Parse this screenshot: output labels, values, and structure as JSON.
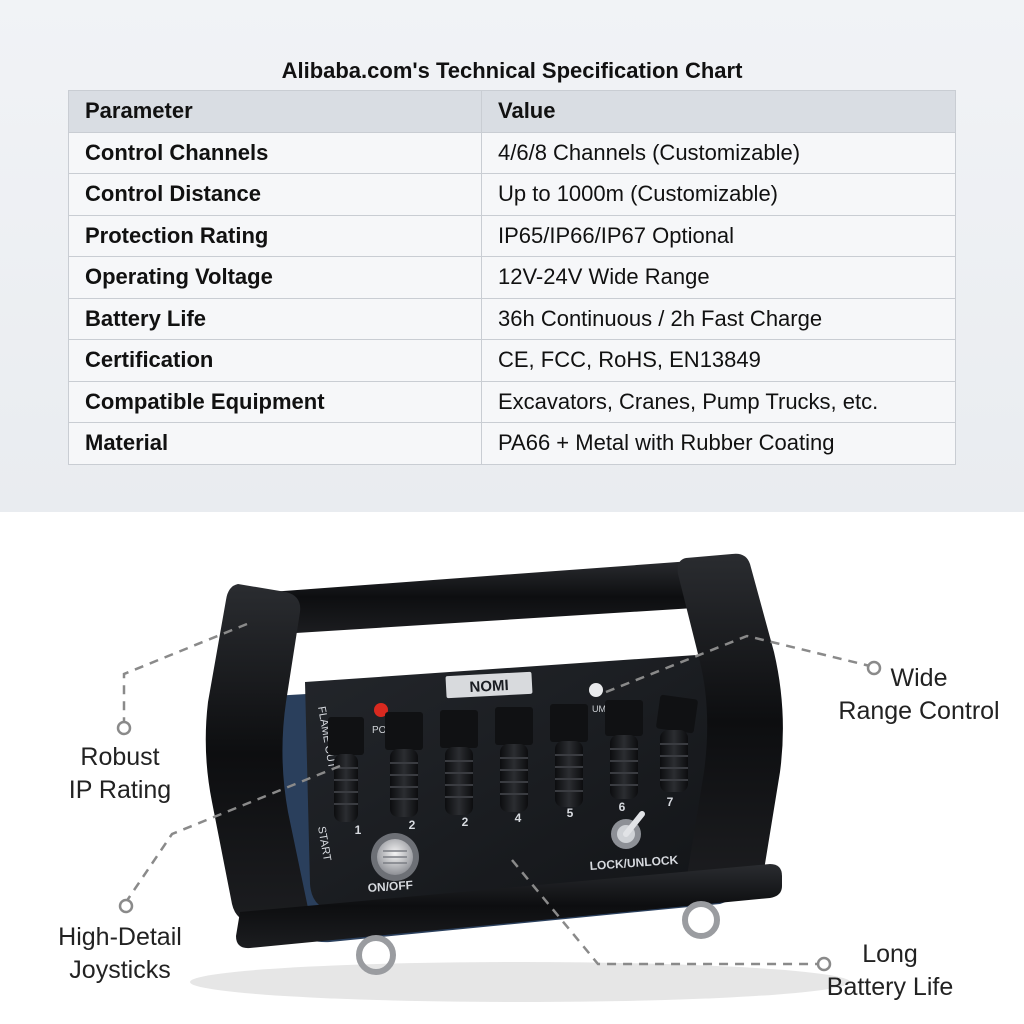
{
  "title": "Alibaba.com's Technical Specification Chart",
  "table": {
    "headers": [
      "Parameter",
      "Value"
    ],
    "rows": [
      [
        "Control Channels",
        "4/6/8 Channels (Customizable)"
      ],
      [
        "Control Distance",
        "Up to 1000m (Customizable)"
      ],
      [
        "Protection Rating",
        "IP65/IP66/IP67 Optional"
      ],
      [
        "Operating Voltage",
        "12V-24V Wide Range"
      ],
      [
        "Battery Life",
        "36h Continuous / 2h Fast Charge"
      ],
      [
        "Certification",
        "CE, FCC, RoHS, EN13849"
      ],
      [
        "Compatible Equipment",
        "Excavators, Cranes, Pump Trucks, etc."
      ],
      [
        "Material",
        "PA66 + Metal with Rubber Coating"
      ]
    ]
  },
  "device": {
    "brand": "NOMI",
    "label_flame_out": "FLAME OUT",
    "label_start": "START",
    "label_power": "POW",
    "label_onoff": "ON/OFF",
    "label_lock": "LOCK/UNLOCK",
    "label_top_right": "UM",
    "joystick_numbers": [
      "1",
      "2",
      "2",
      "4",
      "5",
      "6",
      "7"
    ]
  },
  "callouts": {
    "robust": [
      "Robust",
      "IP Rating"
    ],
    "joysticks": [
      "High-Detail",
      "Joysticks"
    ],
    "wide": [
      "Wide",
      "Range Control"
    ],
    "battery": [
      "Long",
      "Battery Life"
    ]
  },
  "colors": {
    "panel": "#1a1d22",
    "frame": "#0e0f11",
    "base_blue": "#2a3f5c",
    "leader": "#8a8a8a"
  }
}
